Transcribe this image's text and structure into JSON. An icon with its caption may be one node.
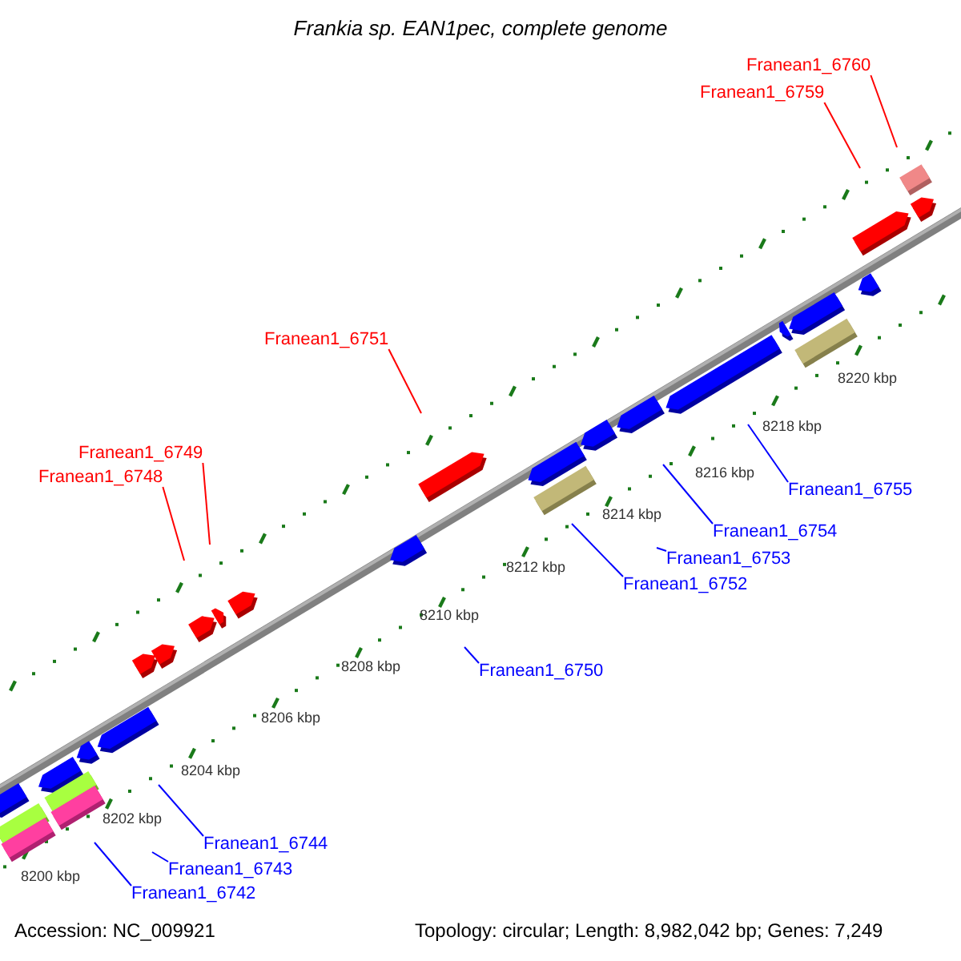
{
  "diagram": {
    "title": "Frankia sp. EAN1pec, complete genome",
    "nodes": [
      {
        "text": [
          "Franean1_6760"
        ]
      },
      {
        "text": [
          "Franean1_6759"
        ]
      },
      {
        "text": [
          "Franean1_6751"
        ]
      },
      {
        "text": [
          "Franean1_6749"
        ]
      },
      {
        "text": [
          "Franean1_6748"
        ]
      },
      {
        "text": [
          "Franean1_6755"
        ]
      },
      {
        "text": [
          "Franean1_6754"
        ]
      },
      {
        "text": [
          "Franean1_6753"
        ]
      },
      {
        "text": [
          "Franean1_6752"
        ]
      },
      {
        "text": [
          "Franean1_6750"
        ]
      },
      {
        "text": [
          "Franean1_6744"
        ]
      },
      {
        "text": [
          "Franean1_6743"
        ]
      },
      {
        "text": [
          "Franean1_6742"
        ]
      }
    ],
    "edges": [
      {
        "from": 0,
        "to": null,
        "arrow": "none",
        "color": "#ff0000"
      },
      {
        "from": 1,
        "to": null,
        "arrow": "none",
        "color": "#ff0000"
      },
      {
        "from": 2,
        "to": null,
        "arrow": "none",
        "color": "#ff0000"
      },
      {
        "from": 3,
        "to": null,
        "arrow": "none",
        "color": "#ff0000"
      },
      {
        "from": 4,
        "to": null,
        "arrow": "none",
        "color": "#ff0000"
      },
      {
        "from": 5,
        "to": null,
        "arrow": "none"
      },
      {
        "from": 6,
        "to": null,
        "arrow": "none"
      },
      {
        "from": 7,
        "to": null,
        "arrow": "none"
      },
      {
        "from": 8,
        "to": null,
        "arrow": "none"
      },
      {
        "from": 9,
        "to": null,
        "arrow": "none"
      },
      {
        "from": 10,
        "to": null,
        "arrow": "none"
      },
      {
        "from": 11,
        "to": null,
        "arrow": "none"
      },
      {
        "from": 12,
        "to": null,
        "arrow": "none"
      }
    ],
    "labels": [
      "8220 kbp",
      "8218 kbp",
      "8216 kbp",
      "8214 kbp",
      "8212 kbp",
      "8210 kbp",
      "8208 kbp",
      "8206 kbp",
      "8204 kbp",
      "8202 kbp",
      "8200 kbp",
      "Accession: NC_009921",
      "Topology: circular; Length: 8,982,042 bp; Genes: 7,249"
    ]
  }
}
